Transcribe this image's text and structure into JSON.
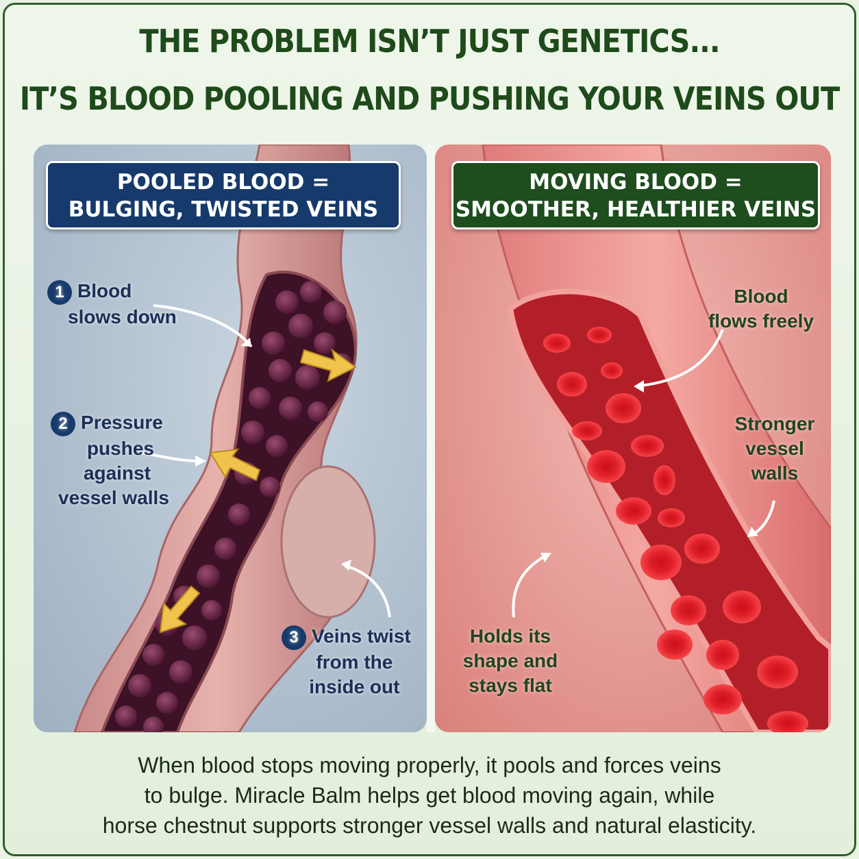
{
  "header": {
    "line1": "THE PROBLEM ISN’T JUST GENETICS...",
    "line2": "IT’S BLOOD POOLING AND PUSHING YOUR VEINS OUT"
  },
  "left_panel": {
    "title_line1": "POOLED BLOOD =",
    "title_line2": "BULGING, TWISTED VEINS",
    "callouts": [
      {
        "number": "1",
        "line1": "Blood",
        "line2": "slows down"
      },
      {
        "number": "2",
        "line1": "Pressure",
        "line2": "pushes",
        "line3": "against",
        "line4": "vessel walls"
      },
      {
        "number": "3",
        "line1": "Veins twist",
        "line2": "from the",
        "line3": "inside out"
      }
    ]
  },
  "right_panel": {
    "title_line1": "MOVING BLOOD =",
    "title_line2": "SMOOTHER, HEALTHIER VEINS",
    "callouts": [
      {
        "line1": "Blood",
        "line2": "flows freely"
      },
      {
        "line1": "Stronger",
        "line2": "vessel",
        "line3": "walls"
      },
      {
        "line1": "Holds its",
        "line2": "shape and",
        "line3": "stays flat"
      }
    ]
  },
  "footer": {
    "line1": "When blood stops moving properly, it pools and forces veins",
    "line2": "to bulge. Miracle Balm helps get blood moving again, while",
    "line3": "horse chestnut supports stronger vessel walls and natural elasticity."
  },
  "colors": {
    "headline": "#1f4a1b",
    "left_badge": "#163a6b",
    "right_badge": "#1e4d1e",
    "border": "#2f5e2a"
  }
}
